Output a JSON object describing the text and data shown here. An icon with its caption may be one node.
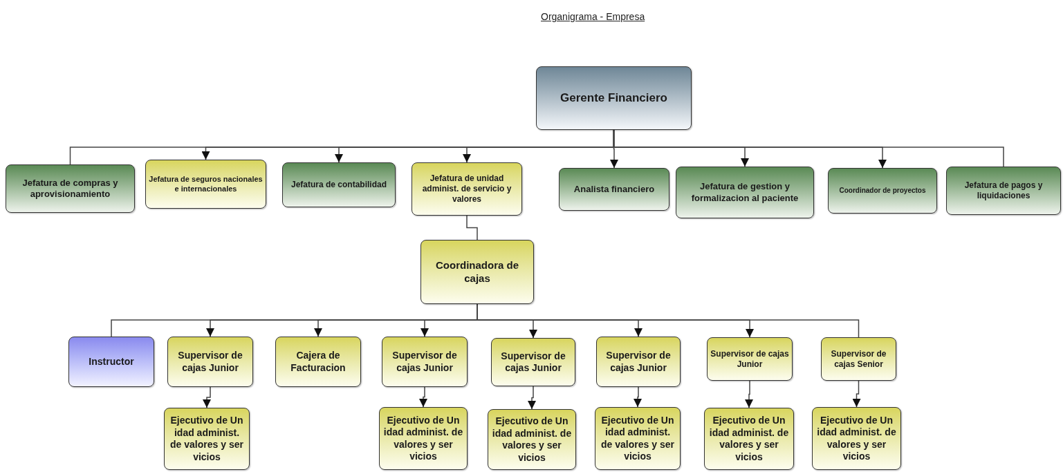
{
  "diagram": {
    "title": "Organigrama - Empresa",
    "nodes": [
      {
        "text": [
          "Gerente Financiero"
        ]
      },
      {
        "text": [
          "Jefatura de compras y aprovisionamiento"
        ]
      },
      {
        "text": [
          "Jefatura de seguros nacionales e internacionales"
        ]
      },
      {
        "text": [
          "Jefatura de contabilidad"
        ]
      },
      {
        "text": [
          "Jefatura de unidad administ. de servicio y valores"
        ]
      },
      {
        "text": [
          "Analista financiero"
        ]
      },
      {
        "text": [
          "Jefatura de gestion y formalizacion al paciente"
        ]
      },
      {
        "text": [
          "Coordinador de proyectos"
        ]
      },
      {
        "text": [
          "Jefatura de pagos y liquidaciones"
        ]
      },
      {
        "text": [
          "Coordinadora de cajas"
        ]
      },
      {
        "text": [
          "Instructor"
        ]
      },
      {
        "text": [
          "Supervisor de cajas Junior"
        ]
      },
      {
        "text": [
          "Cajera de Facturacion"
        ]
      },
      {
        "text": [
          "Supervisor de cajas Junior"
        ]
      },
      {
        "text": [
          "Supervisor de cajas Junior"
        ]
      },
      {
        "text": [
          "Supervisor de cajas Junior"
        ]
      },
      {
        "text": [
          "Supervisor de cajas Junior"
        ]
      },
      {
        "text": [
          "Supervisor de cajas Senior"
        ]
      },
      {
        "text": [
          "Ejecutivo de Un idad administ. de valores y ser vicios"
        ]
      },
      {
        "text": [
          "Ejecutivo de Un idad administ. de valores y ser vicios"
        ]
      },
      {
        "text": [
          "Ejecutivo de Un idad administ. de valores y ser vicios"
        ]
      },
      {
        "text": [
          "Ejecutivo de Un idad administ. de valores y ser vicios"
        ]
      },
      {
        "text": [
          "Ejecutivo de Un idad administ. de valores y ser vicios"
        ]
      },
      {
        "text": [
          "Ejecutivo de Un idad administ. de valores y ser vicios"
        ]
      }
    ],
    "edges": [
      {
        "from": 0,
        "to": 1,
        "arrow": "none"
      },
      {
        "from": 0,
        "to": 2,
        "arrow": "to"
      },
      {
        "from": 0,
        "to": 3,
        "arrow": "to"
      },
      {
        "from": 0,
        "to": 4,
        "arrow": "to"
      },
      {
        "from": 0,
        "to": 5,
        "arrow": "to"
      },
      {
        "from": 0,
        "to": 6,
        "arrow": "to"
      },
      {
        "from": 0,
        "to": 7,
        "arrow": "to"
      },
      {
        "from": 0,
        "to": 8,
        "arrow": "none"
      },
      {
        "from": 4,
        "to": 9,
        "arrow": "none"
      },
      {
        "from": 9,
        "to": 10,
        "arrow": "none"
      },
      {
        "from": 9,
        "to": 11,
        "arrow": "to"
      },
      {
        "from": 9,
        "to": 12,
        "arrow": "to"
      },
      {
        "from": 9,
        "to": 13,
        "arrow": "to"
      },
      {
        "from": 9,
        "to": 14,
        "arrow": "to"
      },
      {
        "from": 9,
        "to": 15,
        "arrow": "to"
      },
      {
        "from": 9,
        "to": 16,
        "arrow": "to"
      },
      {
        "from": 9,
        "to": 17,
        "arrow": "none"
      },
      {
        "from": 11,
        "to": 18,
        "arrow": "to"
      },
      {
        "from": 13,
        "to": 19,
        "arrow": "to"
      },
      {
        "from": 14,
        "to": 20,
        "arrow": "to"
      },
      {
        "from": 15,
        "to": 21,
        "arrow": "to"
      },
      {
        "from": 16,
        "to": 22,
        "arrow": "to"
      },
      {
        "from": 17,
        "to": 23,
        "arrow": "to"
      }
    ]
  }
}
